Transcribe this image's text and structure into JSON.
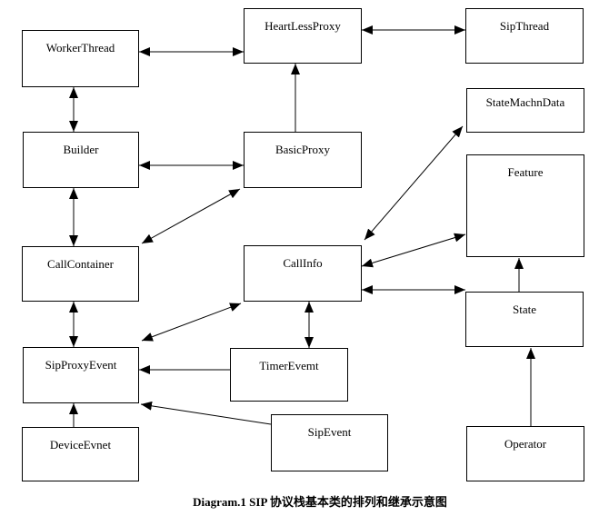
{
  "diagram": {
    "caption": "Diagram.1 SIP 协议栈基本类的排列和继承示意图",
    "colors": {
      "line": "#000000",
      "background": "#ffffff",
      "text": "#000000"
    },
    "nodes": [
      {
        "id": "WorkerThread",
        "label": "WorkerThread"
      },
      {
        "id": "HeartLessProxy",
        "label": "HeartLessProxy"
      },
      {
        "id": "SipThread",
        "label": "SipThread"
      },
      {
        "id": "Builder",
        "label": "Builder"
      },
      {
        "id": "BasicProxy",
        "label": "BasicProxy"
      },
      {
        "id": "StateMachnData",
        "label": "StateMachnData"
      },
      {
        "id": "Feature",
        "label": "Feature"
      },
      {
        "id": "CallContainer",
        "label": "CallContainer"
      },
      {
        "id": "CallInfo",
        "label": "CallInfo"
      },
      {
        "id": "State",
        "label": "State"
      },
      {
        "id": "SipProxyEvent",
        "label": "SipProxyEvent"
      },
      {
        "id": "TimerEvemt",
        "label": "TimerEvemt"
      },
      {
        "id": "DeviceEvnet",
        "label": "DeviceEvnet"
      },
      {
        "id": "SipEvent",
        "label": "SipEvent"
      },
      {
        "id": "Operator",
        "label": "Operator"
      }
    ],
    "edges": [
      {
        "from": "WorkerThread",
        "to": "HeartLessProxy",
        "arrows": "both"
      },
      {
        "from": "HeartLessProxy",
        "to": "SipThread",
        "arrows": "both"
      },
      {
        "from": "WorkerThread",
        "to": "Builder",
        "arrows": "both"
      },
      {
        "from": "Builder",
        "to": "BasicProxy",
        "arrows": "both"
      },
      {
        "from": "BasicProxy",
        "to": "HeartLessProxy",
        "arrows": "end"
      },
      {
        "from": "Builder",
        "to": "CallContainer",
        "arrows": "both"
      },
      {
        "from": "CallContainer",
        "to": "BasicProxy",
        "arrows": "both"
      },
      {
        "from": "CallContainer",
        "to": "SipProxyEvent",
        "arrows": "both"
      },
      {
        "from": "CallInfo",
        "to": "StateMachnData",
        "arrows": "both"
      },
      {
        "from": "CallInfo",
        "to": "Feature",
        "arrows": "both"
      },
      {
        "from": "CallInfo",
        "to": "State",
        "arrows": "both"
      },
      {
        "from": "CallInfo",
        "to": "TimerEvemt",
        "arrows": "both"
      },
      {
        "from": "SipProxyEvent",
        "to": "CallInfo",
        "arrows": "both"
      },
      {
        "from": "TimerEvemt",
        "to": "SipProxyEvent",
        "arrows": "end"
      },
      {
        "from": "SipEvent",
        "to": "SipProxyEvent",
        "arrows": "end"
      },
      {
        "from": "DeviceEvnet",
        "to": "SipProxyEvent",
        "arrows": "end"
      },
      {
        "from": "State",
        "to": "Feature",
        "arrows": "end"
      },
      {
        "from": "Operator",
        "to": "State",
        "arrows": "end"
      }
    ]
  }
}
